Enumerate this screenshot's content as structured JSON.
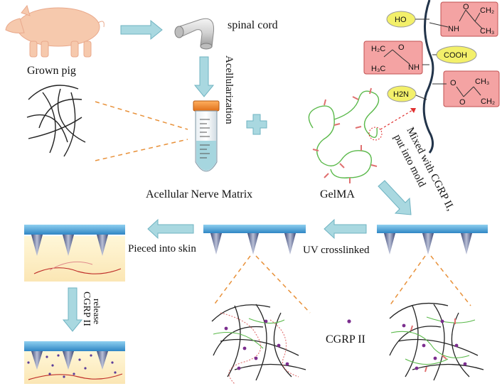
{
  "labels": {
    "grown_pig": "Grown pig",
    "spinal_cord": "spinal cord",
    "acellularization": "Acellularization",
    "anm": "Acellular Nerve Matrix",
    "gelma": "GelMA",
    "mixed_line1": "Mixed with CGRP II,",
    "mixed_line2": "put into mold",
    "uv": "UV crosslinked",
    "pieced": "Pieced into skin",
    "cgrp": "CGRP II",
    "release_line1": "CGRP II",
    "release_line2": "release"
  },
  "chem": {
    "ho": "HO",
    "nh_top": "NH",
    "ch2_top": "CH₂",
    "ch3_top": "CH₃",
    "o_top": "O",
    "h2c_left": "H₂C",
    "h3c_left": "H₃C",
    "o_left": "O",
    "nh_left": "NH",
    "cooh": "COOH",
    "h2n": "H2N",
    "o_ester": "O",
    "o_ester2": "O",
    "ch3_right": "CH₃",
    "ch2_right": "CH₂"
  },
  "colors": {
    "arrow_fill": "#a9d8e0",
    "arrow_stroke": "#6fb3c2",
    "fiber_green": "#5ab94a",
    "fiber_black": "#222222",
    "methacryl_red": "#e07070",
    "dot_purple": "#7b2d8e",
    "base_blue": "#5aa8d8",
    "skin": "#fdf3cf",
    "chem_box": "#f4a3a3",
    "chem_oval": "#f3f06a"
  }
}
